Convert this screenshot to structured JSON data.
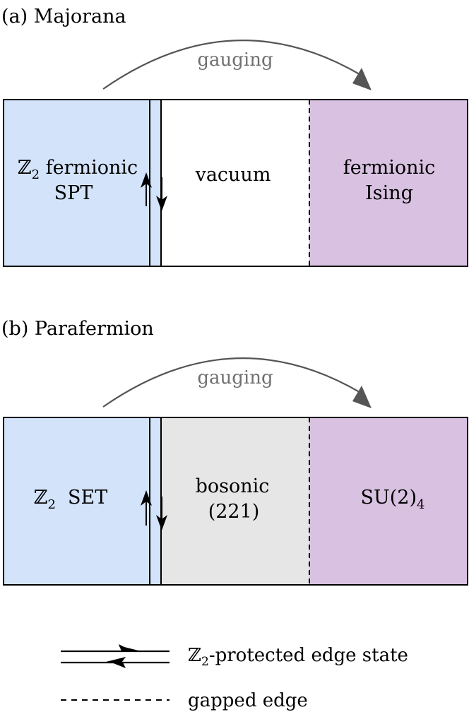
{
  "panels": [
    {
      "label": "(a) Majorana",
      "arrow_label": "gauging",
      "left_region": {
        "line1": "ℤ",
        "sub": "2",
        "line1_rest": " fermionic",
        "line2": "SPT"
      },
      "middle_region": {
        "line1": "vacuum",
        "line2": ""
      },
      "right_region": {
        "line1": "fermionic",
        "line2": "Ising"
      }
    },
    {
      "label": "(b) Parafermion",
      "arrow_label": "gauging",
      "left_region": {
        "line1": "ℤ",
        "sub": "2",
        "line1_rest": "  SET",
        "line2": ""
      },
      "middle_region": {
        "line1": "bosonic",
        "line2": "(221)"
      },
      "right_region": {
        "line1": "SU(2)",
        "sub": "4",
        "line2": ""
      }
    }
  ],
  "legend": {
    "edge_state": {
      "prefix": "ℤ",
      "sub": "2",
      "text": "-protected edge state"
    },
    "gapped_edge": "gapped edge"
  },
  "colors": {
    "blue_region": "#d3e3f9",
    "gray_region": "#e6e6e6",
    "purple_region": "#d9c2e1",
    "white_region": "#ffffff",
    "arrow": "#555555",
    "stroke": "#000000"
  }
}
